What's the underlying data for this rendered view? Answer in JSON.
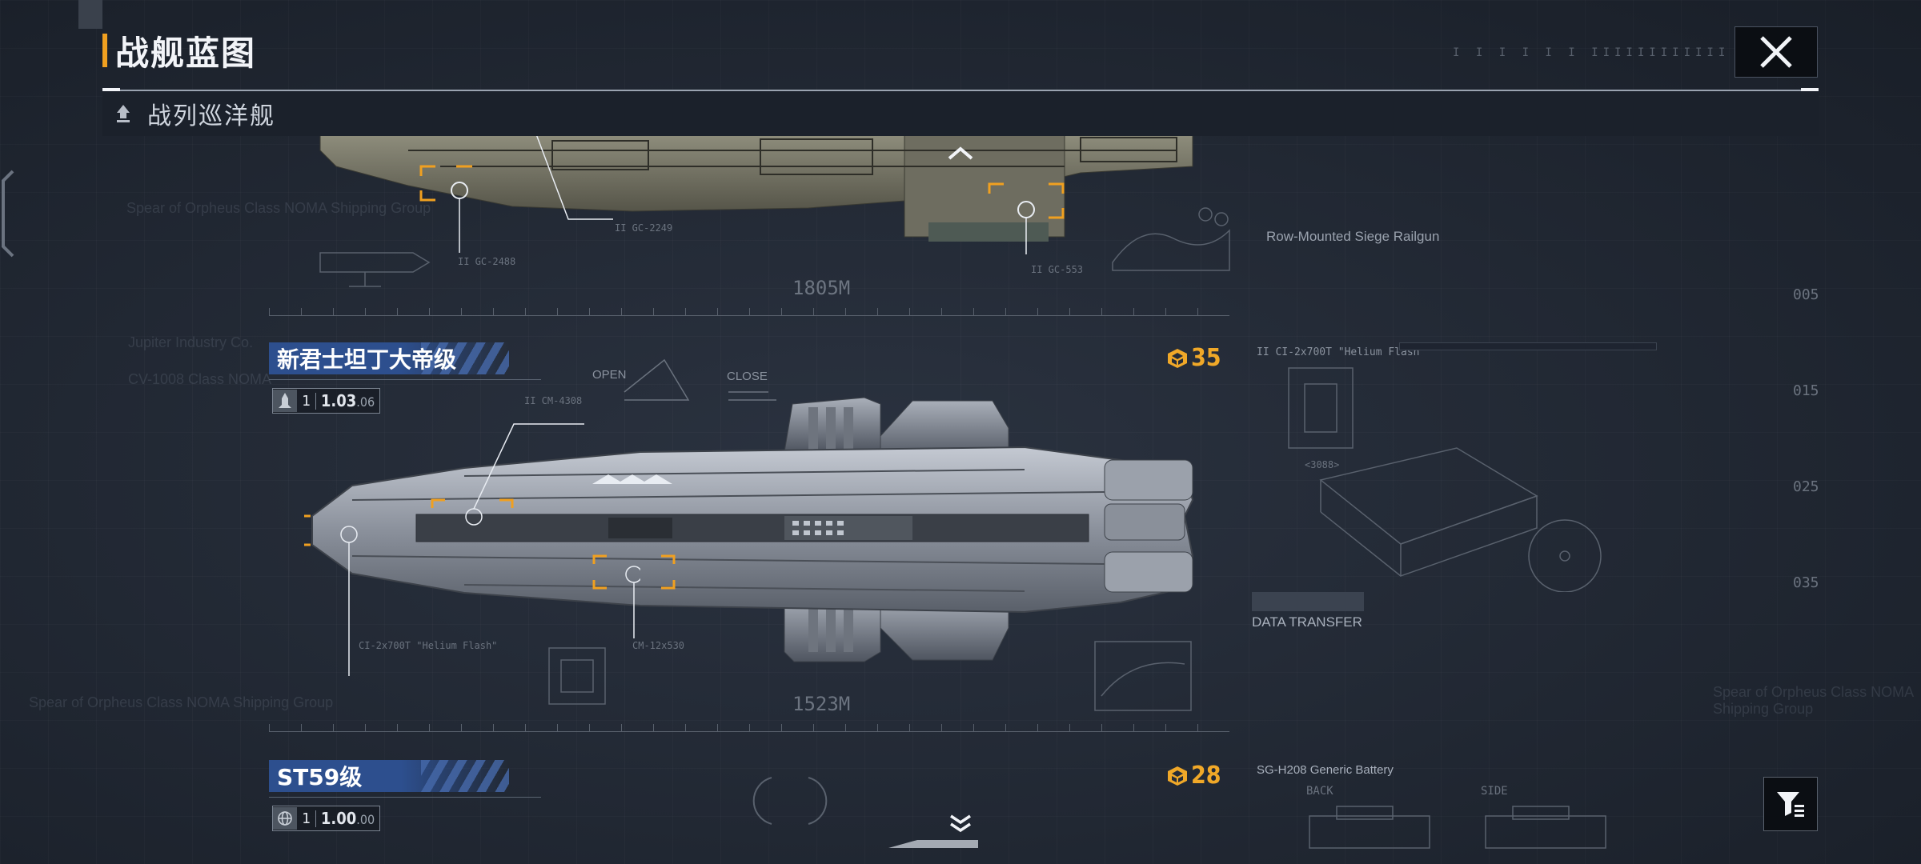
{
  "header": {
    "title": "战舰蓝图",
    "subcategory": "战列巡洋舰",
    "deco_ticks": "I I I I I I IIIIIIIIIIII"
  },
  "ships": [
    {
      "length_label": "1805M",
      "callouts": [
        "Row-Mounted Siege Railgun",
        "II GC-2488",
        "II GC-2249",
        "II GC-553"
      ]
    },
    {
      "name": "新君士坦丁大帝级",
      "tier": "1",
      "version_major": "1.03",
      "version_minor": ".06",
      "cost": "35",
      "length_label": "1523M",
      "callouts": [
        "II CM-4308",
        "II CI-2x700T \"Helium Flash\"",
        "CM-12x530",
        "CI-2x700T \"Helium Flash\"",
        "OPEN",
        "CLOSE",
        "DATA TRANSFER",
        "<3088>"
      ]
    },
    {
      "name": "ST59级",
      "tier": "1",
      "version_major": "1.00",
      "version_minor": ".00",
      "cost": "28",
      "callouts": [
        "SG-H208 Generic Battery",
        "BACK",
        "SIDE"
      ]
    }
  ],
  "ghost_texts": [
    "Spear of Orpheus Class NOMA Shipping Group",
    "Spear of Orpheus Class NOMA Shipping Group",
    "Spear of Orpheus Class NOMA Shipping Group",
    "Jupiter Industry Co.",
    "CV-1008 Class NOMA"
  ],
  "grid_labels": [
    "005",
    "015",
    "025",
    "035"
  ],
  "colors": {
    "accent_orange": "#f0a020",
    "name_plate_blue": "#2d4f8e",
    "cost_gold": "#f0a828",
    "background": "#252c38"
  },
  "icons": {
    "close": "close-x-icon",
    "filter": "filter-icon",
    "subcategory": "ship-class-icon",
    "cost": "resource-crate-icon",
    "scroll_up": "chevron-up-icon",
    "scroll_down": "chevron-double-down-icon"
  }
}
